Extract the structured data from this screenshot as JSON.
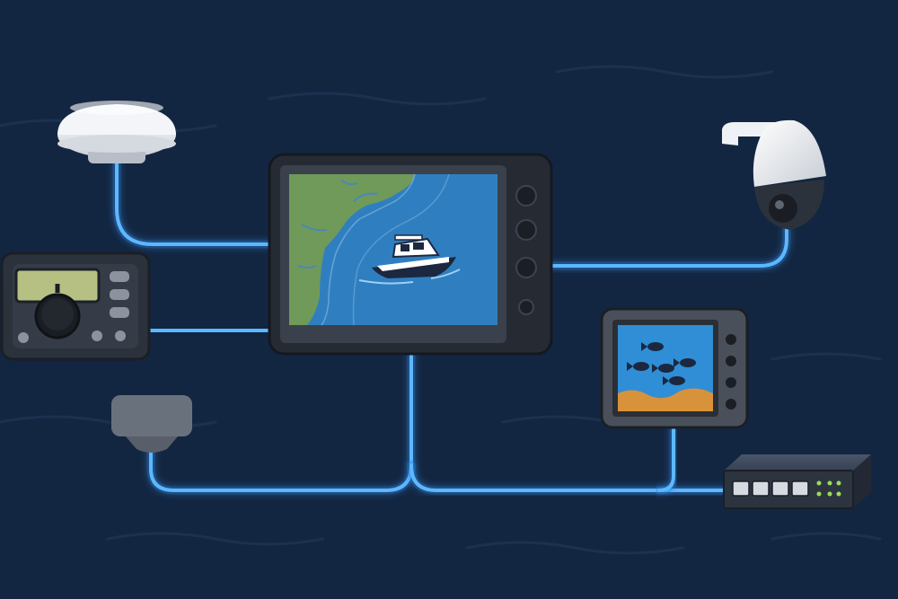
{
  "diagram": {
    "type": "marine-electronics-network",
    "hub": "chartplotter-display",
    "nodes": [
      {
        "id": "gps-antenna",
        "icon": "gps-antenna-icon"
      },
      {
        "id": "vhf-radio",
        "icon": "radio-icon"
      },
      {
        "id": "transducer",
        "icon": "transducer-icon"
      },
      {
        "id": "chartplotter-display",
        "icon": "chartplotter-icon"
      },
      {
        "id": "ptz-camera",
        "icon": "camera-icon"
      },
      {
        "id": "fishfinder-display",
        "icon": "fishfinder-icon"
      },
      {
        "id": "network-switch",
        "icon": "network-switch-icon"
      }
    ],
    "links": [
      {
        "from": "gps-antenna",
        "to": "chartplotter-display"
      },
      {
        "from": "vhf-radio",
        "to": "chartplotter-display"
      },
      {
        "from": "ptz-camera",
        "to": "chartplotter-display"
      },
      {
        "from": "transducer",
        "to": "chartplotter-display"
      },
      {
        "from": "chartplotter-display",
        "to": "network-switch"
      },
      {
        "from": "fishfinder-display",
        "to": "network-switch"
      }
    ]
  },
  "colors": {
    "background": "#132641",
    "cable": "#5cb8ff",
    "cable_glow": "#2f7fd6",
    "device_body": "#2a313b",
    "screen_water": "#2f7fc0",
    "screen_land": "#6f9a5a",
    "radio_lcd": "#b7c083",
    "sand": "#d8923a"
  }
}
